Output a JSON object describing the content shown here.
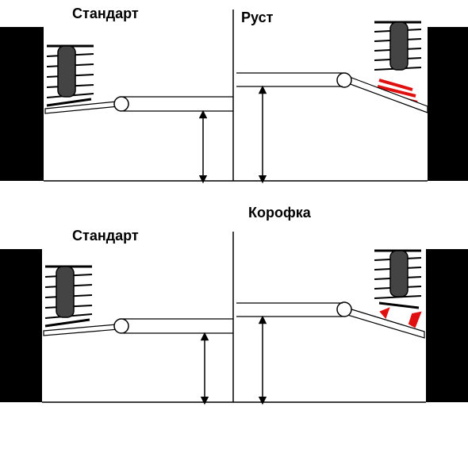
{
  "diagram": {
    "top_row": {
      "left_label": "Стандарт",
      "right_label": "Руст"
    },
    "bottom_row": {
      "section_title": "Корофка",
      "left_label": "Стандарт"
    },
    "colors": {
      "tire": "#000000",
      "spring_body": "#444444",
      "modification": "#e01010",
      "line": "#000000",
      "background": "#ffffff"
    }
  }
}
